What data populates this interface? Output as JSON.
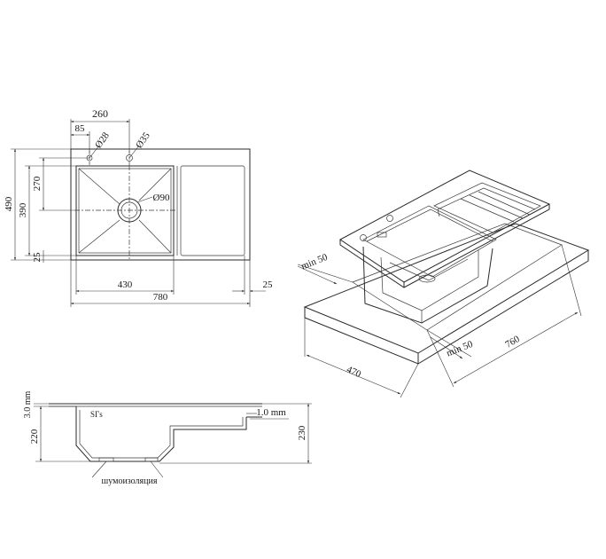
{
  "top_view": {
    "dims": {
      "overall_width": "780",
      "overall_depth": "490",
      "bowl_width": "430",
      "bowl_depth": "390",
      "edge_offset_right": "25",
      "edge_offset_bottom": "25",
      "bowl_top_to_holes": "270",
      "holes_span": "260",
      "hole_offset": "85",
      "hole_small": "Ø28",
      "hole_large": "Ø35",
      "drain": "Ø90"
    }
  },
  "iso_view": {
    "dims": {
      "min_left": "min 50",
      "min_front": "min 50",
      "cutout_depth": "470",
      "cutout_width": "760"
    }
  },
  "section_view": {
    "dims": {
      "sheet_thickness": "3.0 mm",
      "wall_thickness": "1.0 mm",
      "bowl_depth": "220",
      "total_depth": "230"
    },
    "note": "шумоизоляция"
  }
}
